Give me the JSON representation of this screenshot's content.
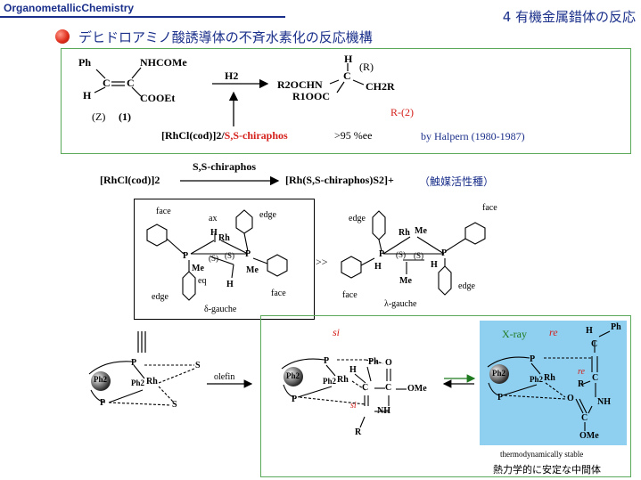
{
  "header": {
    "brand": "OrganometallicChemistry",
    "chapter": "4 有機金属錯体の反応",
    "title": "デヒドロアミノ酸誘導体の不斉水素化の反応機構"
  },
  "reaction": {
    "sub_ph": "Ph",
    "sub_nhcome": "NHCOMe",
    "sub_c1": "C",
    "sub_c2": "C",
    "sub_h": "H",
    "sub_cooet": "COOEt",
    "z_label": "(Z)",
    "compound1": "(1)",
    "reagent": "H2",
    "catalyst_prefix": "[RhCl(cod)]2/",
    "catalyst_ligand": "S,S-chiraphos",
    "prod_h": "H",
    "prod_r_config": "(R)",
    "prod_c": "C",
    "prod_r2ochn": "R2OCHN",
    "prod_ch2r": "CH2R",
    "prod_r1ooc": "R1OOC",
    "product_label": "R-(2)",
    "ee": ">95 %ee",
    "credit": "by Halpern (1980-1987)"
  },
  "activation": {
    "ligand_label": "S,S-chiraphos",
    "precursor": "[RhCl(cod)]2",
    "active": "[Rh(S,S-chiraphos)S2]+",
    "active_label": "（触媒活性種）"
  },
  "conformers": {
    "delta": {
      "face_top": "face",
      "ax": "ax",
      "edge_top": "edge",
      "h": "H",
      "rh": "Rh",
      "p_left": "P",
      "p_right": "P",
      "s1": "(S)",
      "s2": "(S)",
      "me1": "Me",
      "me2": "Me",
      "eq": "eq",
      "h_bottom": "H",
      "edge_bottom": "edge",
      "face_bottom": "face",
      "name": "δ-gauche"
    },
    "compare": ">>",
    "lambda": {
      "edge_top": "edge",
      "face_top": "face",
      "rh": "Rh",
      "me": "Me",
      "p_left": "P",
      "p_right": "P",
      "s1": "(S)",
      "s2": "(S)",
      "h1": "H",
      "h2": "H",
      "me_bottom": "Me",
      "face_bottom": "face",
      "edge_bottom": "edge",
      "name": "λ-gauche"
    }
  },
  "mechanism": {
    "equiv": "|||",
    "olefin": "olefin",
    "left": {
      "ph2": "Ph2",
      "ph2b": "Ph2",
      "rh": "Rh",
      "p1": "P",
      "p2": "P",
      "s1": "S",
      "s2": "S"
    },
    "mid": {
      "si_top": "si",
      "ph2": "Ph2",
      "ph2b": "Ph2",
      "rh": "Rh",
      "p1": "P",
      "p2": "P",
      "h": "H",
      "ph": "Ph",
      "o": "O",
      "c1": "C",
      "c2": "C",
      "ome": "OMe",
      "si_bottom": "si",
      "nh": "NH",
      "r": "R"
    },
    "right": {
      "xray": "X-ray",
      "re_top": "re",
      "h": "H",
      "ph": "Ph",
      "c_top": "C",
      "ph2": "Ph2",
      "ph2b": "Ph2",
      "rh": "Rh",
      "p1": "P",
      "p2": "P",
      "re_mid": "re",
      "r": "R",
      "c": "C",
      "o": "O",
      "nh": "NH",
      "c_bottom": "C",
      "ome": "OMe"
    },
    "stable_en": "thermodynamically stable",
    "stable_jp": "熱力学的に安定な中間体"
  },
  "colors": {
    "navy": "#1a2f8a",
    "red": "#d4201a",
    "green": "#1f7a1f",
    "box_green": "#5aa85a",
    "xray_bg": "#8fd0f0"
  }
}
